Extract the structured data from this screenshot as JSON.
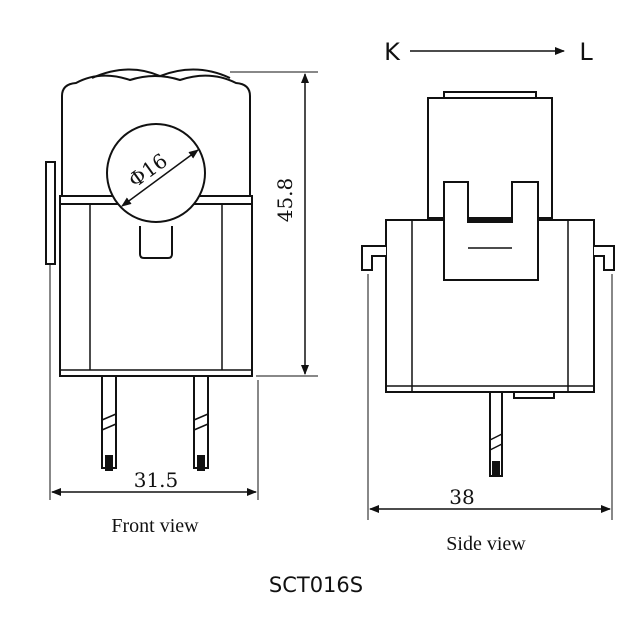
{
  "direction": {
    "from": "K",
    "to": "L"
  },
  "front_view": {
    "caption": "Front view",
    "diameter_label": "Φ16",
    "height_label": "45.8",
    "width_label": "31.5"
  },
  "side_view": {
    "caption": "Side view",
    "width_label": "38"
  },
  "model_name": "SCT016S"
}
